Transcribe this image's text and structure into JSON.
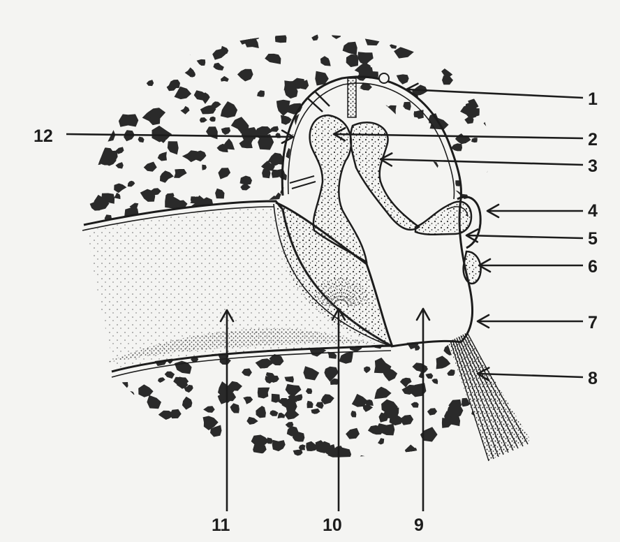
{
  "labels": {
    "l1": "1",
    "l2": "2",
    "l3": "3",
    "l4": "4",
    "l5": "5",
    "l6": "6",
    "l7": "7",
    "l8": "8",
    "l9": "9",
    "l10": "10",
    "l11": "11",
    "l12": "12"
  },
  "colors": {
    "ink": "#1c1c1c",
    "paper": "#f4f4f2",
    "bone": "#2a2a2a"
  }
}
